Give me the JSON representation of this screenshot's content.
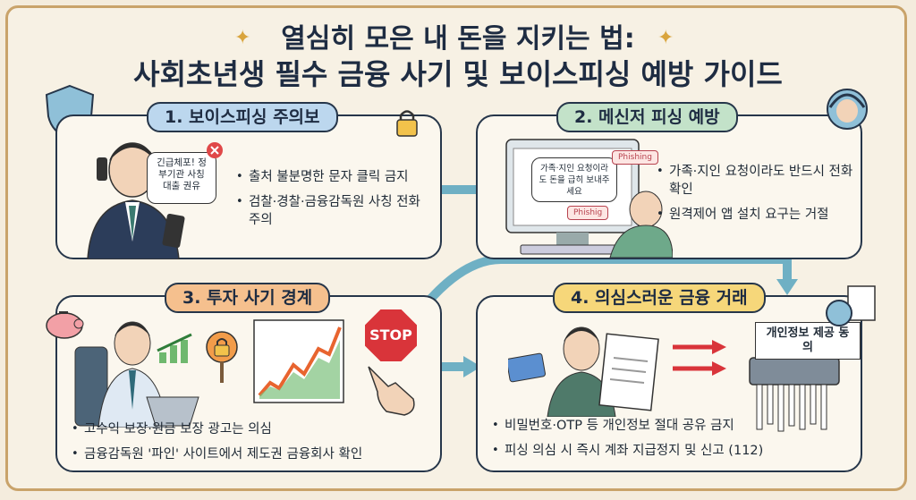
{
  "title": {
    "line1": "열심히 모은 내 돈을 지키는 법:",
    "line2": "사회초년생 필수 금융 사기 및 보이스피싱 예방 가이드"
  },
  "panels": [
    {
      "label": "1. 보이스피싱 주의보",
      "bubble": "긴급체포! 정부기관 사칭 대출 권유",
      "bullets": [
        "출처 불분명한 문자 클릭 금지",
        "검찰·경찰·금융감독원 사칭 전화 주의"
      ]
    },
    {
      "label": "2. 메신저 피싱 예방",
      "screen_text": "가족·지인 요청이라도 돈을 급히 보내주세요",
      "phishing_tags": [
        "Phishing",
        "Phishig"
      ],
      "bullets": [
        "가족·지인 요청이라도 반드시 전화 확인",
        "원격제어 앱 설치 요구는 거절"
      ]
    },
    {
      "label": "3. 투자 사기 경계",
      "stop_sign": "STOP",
      "bullets": [
        "고수익 보장·원금 보장 광고는 의심",
        "금융감독원 '파인' 사이트에서 제도권 금융회사 확인"
      ]
    },
    {
      "label": "4. 의심스러운 금융 거래",
      "shredder_label": "개인정보 제공 동의",
      "bullets": [
        "비밀번호·OTP 등 개인정보 절대 공유 금지",
        "피싱 의심 시 즉시 계좌 지급정지 및 신고 (112)"
      ]
    }
  ],
  "colors": {
    "panel1": "#bcd7ee",
    "panel2": "#c3e2c9",
    "panel3": "#f5c08e",
    "panel4": "#f6d77a",
    "flow_arrow": "#6fb0c4",
    "stop": "#d9343a"
  }
}
